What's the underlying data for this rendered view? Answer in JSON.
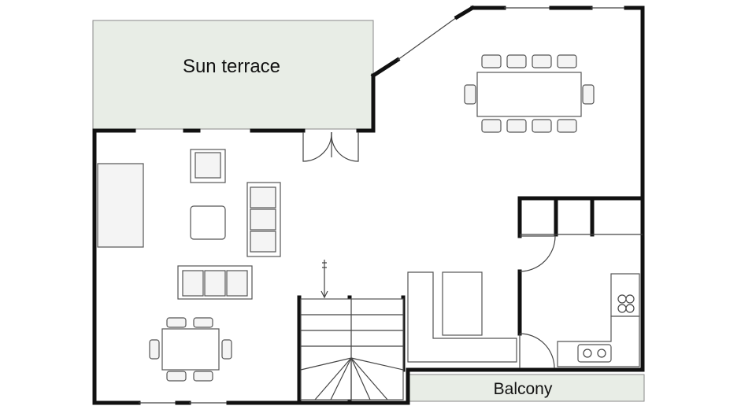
{
  "plan": {
    "rooms": [
      {
        "key": "sun_terrace",
        "label": "Sun terrace"
      },
      {
        "key": "balcony",
        "label": "Balcony"
      }
    ]
  },
  "colors": {
    "wall": "#111111",
    "outdoor_fill": "#e8ede6",
    "furniture_fill": "#f4f4f4",
    "line": "#555555"
  }
}
